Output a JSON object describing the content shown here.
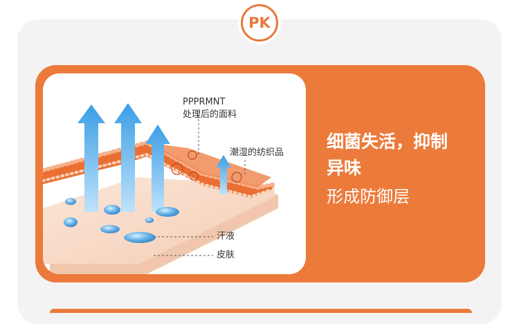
{
  "badge": {
    "text": "PK"
  },
  "diagram": {
    "fabric_label_line1": "PPPRMNT",
    "fabric_label_line2": "处理后的面料",
    "wet_label": "潮湿的纺织品",
    "sweat_label": "汗液",
    "skin_label": "皮肤"
  },
  "feature": {
    "title_line1": "细菌失活，抑制",
    "title_line2": "异味",
    "subtitle": "形成防御层"
  },
  "colors": {
    "accent": "#ec7a3a",
    "arrow": "#4aa7e8",
    "skin": "#f6d9c6"
  }
}
